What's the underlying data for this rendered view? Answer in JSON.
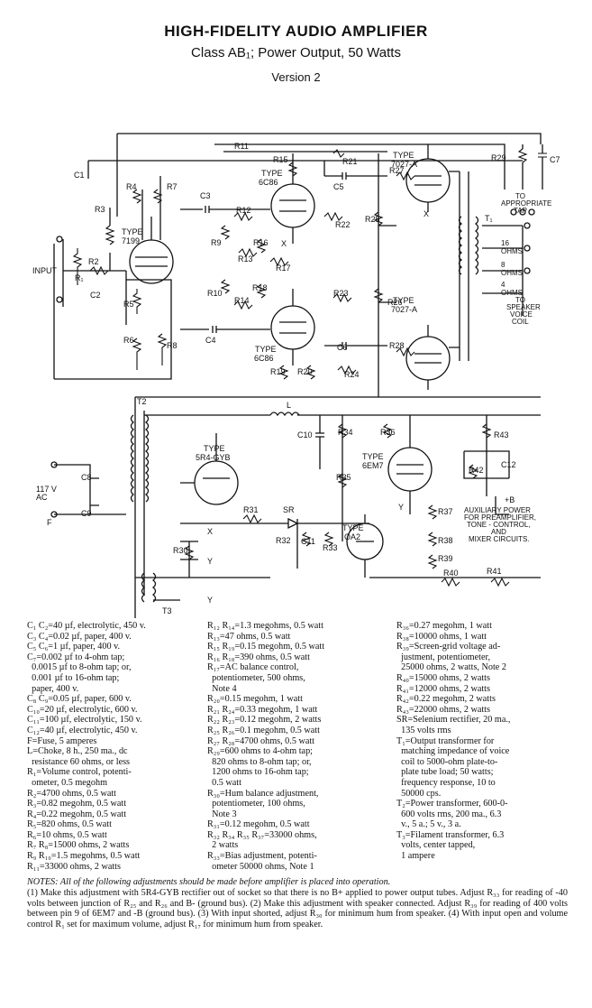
{
  "header": {
    "title": "HIGH-FIDELITY AUDIO AMPLIFIER",
    "subtitle": "Class AB₁; Power Output, 50 Watts",
    "version": "Version 2"
  },
  "schematic": {
    "labels": {
      "input": "INPUT",
      "r1": "R₁",
      "r2": "R2",
      "r3": "R3",
      "r4": "R4",
      "r5": "R5",
      "r6": "R6",
      "r7": "R7",
      "r8": "R8",
      "r9": "R9",
      "r10": "R10",
      "r11": "R11",
      "r12": "R12",
      "r13": "R13",
      "r14": "R14",
      "r15": "R15",
      "r16": "R16",
      "r17": "R17",
      "r18": "R18",
      "r19": "R19",
      "r20": "R20",
      "r21": "R21",
      "r22": "R22",
      "r23": "R23",
      "r24": "R24",
      "r25": "R25",
      "r26": "R26",
      "r27": "R27",
      "r28": "R28",
      "r29": "R29",
      "r30": "R30",
      "r31": "R31",
      "r32": "R32",
      "r33": "R33",
      "r34": "R34",
      "r35": "R35",
      "r36": "R36",
      "r37": "R37",
      "r38": "R38",
      "r39": "R39",
      "r40": "R40",
      "r41": "R41",
      "r42": "R42",
      "r43": "R43",
      "c1": "C1",
      "c2": "C2",
      "c3": "C3",
      "c4": "C4",
      "c5": "C5",
      "c6": "C6",
      "c7": "C7",
      "c8": "C8",
      "c9": "C9",
      "c10": "C10",
      "c11": "C11",
      "c12": "C12",
      "tube1_type": "TYPE",
      "tube1_name": "7199",
      "tube2_type": "TYPE",
      "tube2_name": "6C86",
      "tube3_type": "TYPE",
      "tube3_name": "6C86",
      "tube4_type": "TYPE",
      "tube4_name": "7027-A",
      "tube5_type": "TYPE",
      "tube5_name": "7027-A",
      "tube6_type": "TYPE",
      "tube6_name": "5R4-GYB",
      "tube7_type": "TYPE",
      "tube7_name": "6EM7",
      "tube8_type": "TYPE",
      "tube8_name": "OA2",
      "t1": "T₁",
      "t2": "T2",
      "t3": "T3",
      "l": "L",
      "sr": "SR",
      "f": "F",
      "ac": "117 V\nAC",
      "to_tap_1": "TO",
      "to_tap_2": "APPROPRIATE",
      "to_tap_3": "TAP",
      "ohms16": "16\nOHMS",
      "ohms8": "8\nOHMS",
      "ohms4": "4\nOHMS",
      "speaker_1": "TO",
      "speaker_2": "SPEAKER",
      "speaker_3": "VOICE",
      "speaker_4": "COIL",
      "bplus": "+B",
      "aux_1": "AUXILIARY POWER",
      "aux_2": "FOR PREAMPLIFIER,",
      "aux_3": "TONE - CONTROL,",
      "aux_4": "AND",
      "aux_5": "MIXER CIRCUITS.",
      "x": "X",
      "y": "Y"
    }
  },
  "parts_list": {
    "col1": [
      "C₁ C₂=40 µf, electrolytic, 450 v.",
      "C₃ C₄=0.02 µf, paper, 400 v.",
      "C₅ C₆=1 µf, paper, 400 v.",
      "C₇=0.002 µf to 4-ohm tap;",
      "  0.0015 µf to 8-ohm tap; or,",
      "  0.001 µf to 16-ohm tap;",
      "  paper, 400 v.",
      "C₈ C₉=0.05 µf, paper, 600 v.",
      "C₁₀=20 µf, electrolytic, 600 v.",
      "C₁₁=100 µf, electrolytic, 150 v.",
      "C₁₂=40 µf, electrolytic, 450 v.",
      "F=Fuse, 5 amperes",
      "L=Choke, 8 h., 250 ma., dc",
      "  resistance 60 ohms, or less",
      "R₁=Volume control, potenti-",
      "  ometer, 0.5 megohm",
      "R₂=4700 ohms, 0.5 watt",
      "R₃=0.82 megohm, 0.5 watt",
      "R₄=0.22 megohm, 0.5 watt",
      "R₅=820 ohms, 0.5 watt",
      "R₆=10 ohms, 0.5 watt",
      "R₇ R₈=15000 ohms, 2 watts",
      "R₉ R₁₀=1.5 megohms, 0.5 watt",
      "R₁₁=33000 ohms, 2 watts"
    ],
    "col2": [
      "R₁₂ R₁₄=1.3 megohms, 0.5 watt",
      "R₁₃=47 ohms, 0.5 watt",
      "R₁₅ R₁₉=0.15 megohm, 0.5 watt",
      "R₁₆ R₁₈=390 ohms, 0.5 watt",
      "R₁₇=AC balance control,",
      "  potentiometer, 500 ohms,",
      "  Note 4",
      "R₂₀=0.15 megohm, 1 watt",
      "R₂₁ R₂₄=0.33 megohm, 1 watt",
      "R₂₂ R₂₃=0.12 megohm, 2 watts",
      "R₂₅ R₂₆=0.1 megohm, 0.5 watt",
      "R₂₇ R₂₈=4700 ohms, 0.5 watt",
      "R₂₉=600 ohms to 4-ohm tap;",
      "  820 ohms to 8-ohm tap; or,",
      "  1200 ohms to 16-ohm tap;",
      "  0.5 watt",
      "R₃₀=Hum balance adjustment,",
      "  potentiometer, 100 ohms,",
      "  Note 3",
      "R₃₁=0.12 megohm, 0.5 watt",
      "R₃₂ R₃₄ R₃₅ R₃₇=33000 ohms,",
      "  2 watts",
      "R₃₃=Bias adjustment, potenti-",
      "  ometer 50000 ohms, Note 1"
    ],
    "col3": [
      "R₃₆=0.27 megohm, 1 watt",
      "R₃₈=10000 ohms, 1 watt",
      "R₃₉=Screen-grid voltage ad-",
      "  justment, potentiometer,",
      "  25000 ohms, 2 watts, Note 2",
      "R₄₀=15000 ohms, 2 watts",
      "R₄₁=12000 ohms, 2 watts",
      "R₄₂=0.22 megohm, 2 watts",
      "R₄₃=22000 ohms, 2 watts",
      "SR=Selenium rectifier, 20 ma.,",
      "  135 volts rms",
      "T₁=Output transformer for",
      "  matching impedance of voice",
      "  coil to 5000-ohm plate-to-",
      "  plate tube load; 50 watts;",
      "  frequency response, 10 to",
      "  50000 cps.",
      "T₂=Power transformer, 600-0-",
      "  600 volts rms, 200 ma., 6.3",
      "  v., 5 a.; 5 v., 3 a.",
      "T₃=Filament transformer, 6.3",
      "  volts, center tapped,",
      "  1 ampere"
    ]
  },
  "notes": {
    "lead": "NOTES: All of the following adjustments should be made before amplifier is placed into operation.",
    "body": "(1) Make this adjustment with 5R4-GYB rectifier out of socket so that there is no B+ applied to power output tubes. Adjust R₃₃ for reading of -40 volts between junction of R₂₅ and R₂₆ and B- (ground bus). (2) Make this adjustment with speaker connected. Adjust R₃₉ for reading of 400 volts between pin 9 of 6EM7 and -B (ground bus). (3) With input shorted, adjust R₃₀ for minimum hum from speaker. (4) With input open and volume control R₁ set for maximum volume, adjust R₁₇ for minimum hum from speaker."
  }
}
